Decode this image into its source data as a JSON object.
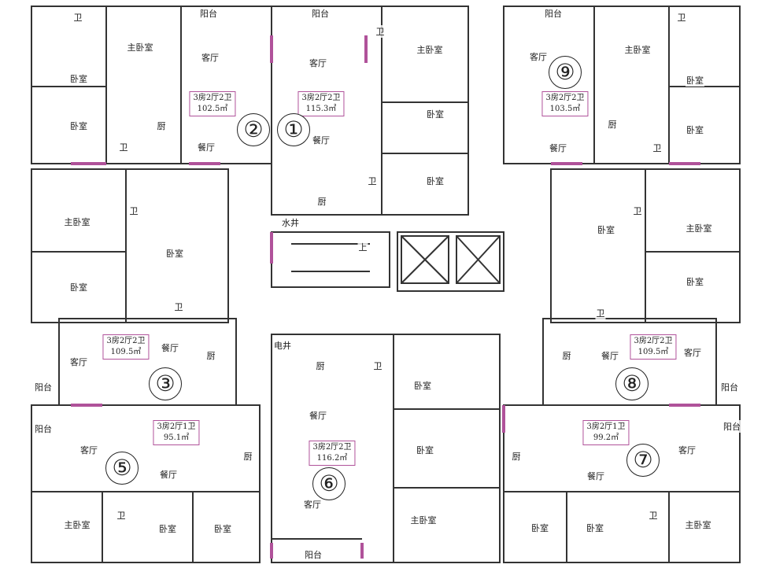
{
  "units": [
    {
      "no": "①",
      "type": "3房2厅2卫",
      "area": "115.3㎡"
    },
    {
      "no": "②",
      "type": "3房2厅2卫",
      "area": "102.5㎡"
    },
    {
      "no": "③",
      "type": "3房2厅2卫",
      "area": "109.5㎡"
    },
    {
      "no": "⑤",
      "type": "3房2厅1卫",
      "area": "95.1㎡"
    },
    {
      "no": "⑥",
      "type": "3房2厅2卫",
      "area": "116.2㎡"
    },
    {
      "no": "⑦",
      "type": "3房2厅1卫",
      "area": "99.2㎡"
    },
    {
      "no": "⑧",
      "type": "3房2厅2卫",
      "area": "109.5㎡"
    },
    {
      "no": "⑨",
      "type": "3房2厅2卫",
      "area": "103.5㎡"
    }
  ],
  "rooms": [
    "阳台",
    "阳台",
    "阳台",
    "卫",
    "卫",
    "卫",
    "主卧室",
    "客厅",
    "客厅",
    "主卧室",
    "客厅",
    "主卧室",
    "卧室",
    "卧室",
    "卧室",
    "卧室",
    "厨",
    "厨",
    "卧室",
    "卫",
    "餐厅",
    "餐厅",
    "餐厅",
    "卫",
    "卧室",
    "厨",
    "卫",
    "主卧室",
    "卫",
    "卧室",
    "卫",
    "卧室",
    "主卧室",
    "水井",
    "上",
    "卧室",
    "卧室",
    "卫",
    "卫",
    "电井",
    "餐厅",
    "厨",
    "厨",
    "餐厅",
    "客厅",
    "客厅",
    "厨",
    "卫",
    "卧室",
    "阳台",
    "阳台",
    "餐厅",
    "阳台",
    "阳台",
    "客厅",
    "卧室",
    "客厅",
    "厨",
    "厨",
    "餐厅",
    "餐厅",
    "客厅",
    "主卧室",
    "卫",
    "卧室",
    "卧室",
    "主卧室",
    "卧室",
    "卧室",
    "卫",
    "主卧室",
    "阳台"
  ],
  "colors": {
    "accent": "#b0529a",
    "wall": "#333333"
  }
}
